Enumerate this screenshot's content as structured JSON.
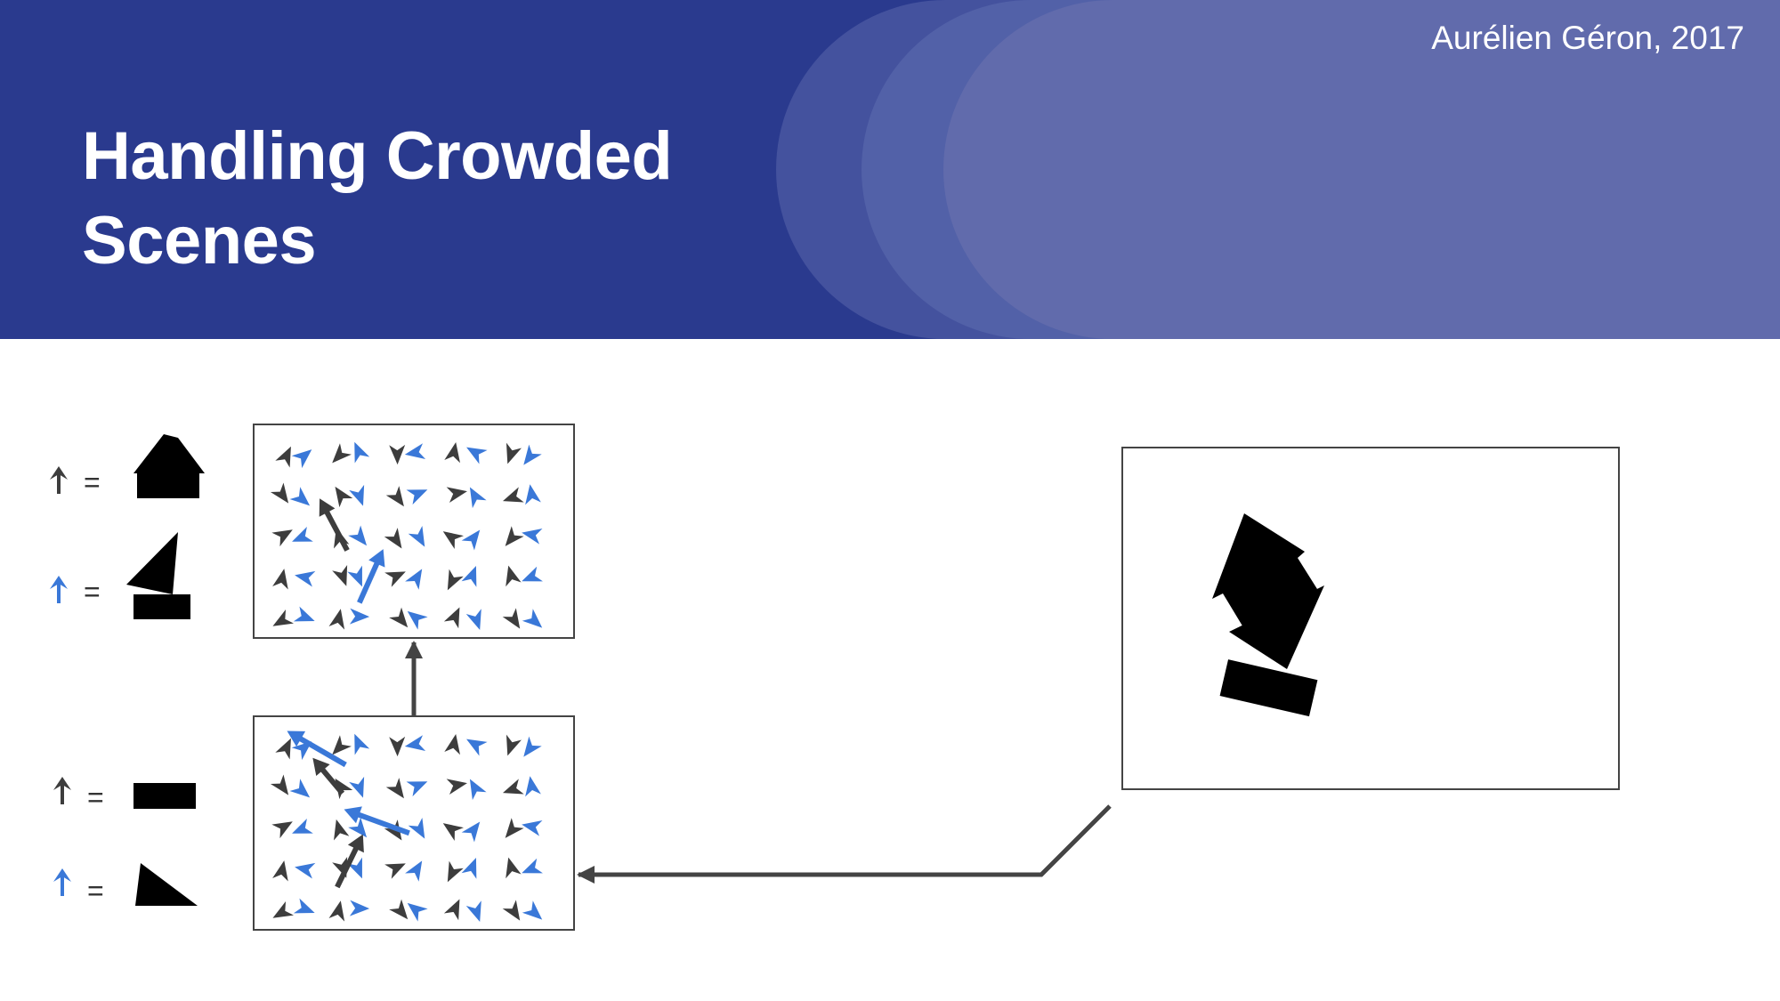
{
  "slide": {
    "title_line1": "Handling Crowded",
    "title_line2": "Scenes",
    "author": "Aurélien Géron, 2017"
  },
  "legend_top": [
    {
      "color": "#3d3d3d",
      "equals": "=",
      "shape": "house-icon"
    },
    {
      "color": "#3a78d8",
      "equals": "=",
      "shape": "boat-icon"
    }
  ],
  "legend_bottom": [
    {
      "color": "#3d3d3d",
      "equals": "=",
      "shape": "rectangle-icon"
    },
    {
      "color": "#3a78d8",
      "equals": "=",
      "shape": "triangle-icon"
    }
  ],
  "colors": {
    "header": "#2a3a8e",
    "arrow_dark": "#3d3d3d",
    "arrow_blue": "#3a78d8",
    "connector": "#444444"
  }
}
